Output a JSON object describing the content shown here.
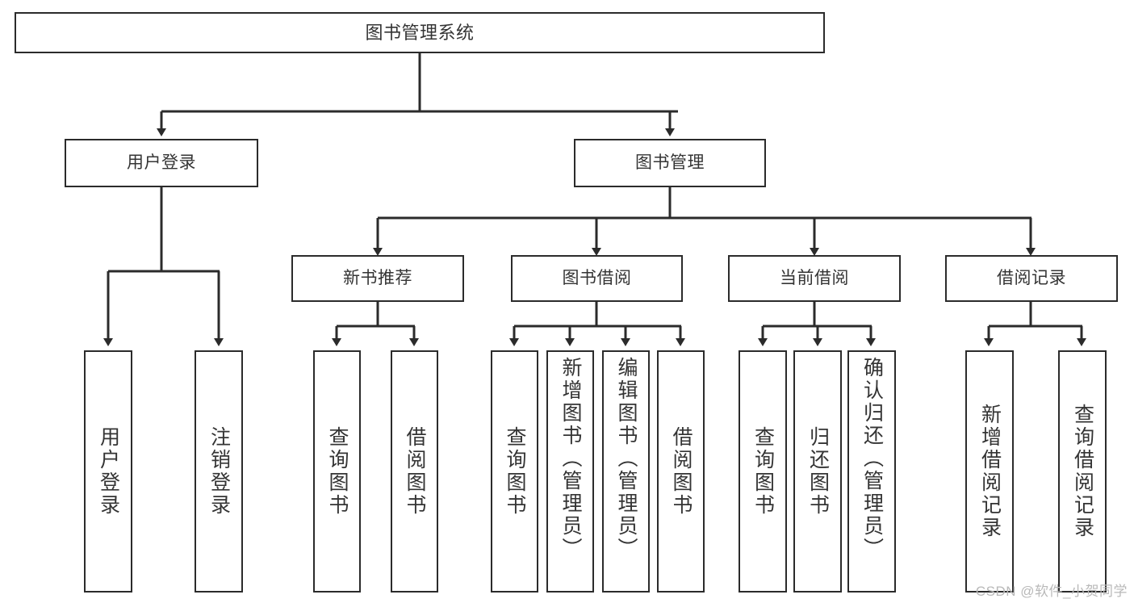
{
  "diagram": {
    "title": "图书管理系统",
    "type": "tree-hierarchy",
    "root": {
      "label": "图书管理系统"
    },
    "level1": [
      {
        "label": "用户登录"
      },
      {
        "label": "图书管理"
      }
    ],
    "level2": [
      {
        "label": "新书推荐"
      },
      {
        "label": "图书借阅"
      },
      {
        "label": "当前借阅"
      },
      {
        "label": "借阅记录"
      }
    ],
    "leaves_user_login": [
      {
        "label": "用户登录"
      },
      {
        "label": "注销登录"
      }
    ],
    "leaves_new_books": [
      {
        "label": "查询图书"
      },
      {
        "label": "借阅图书"
      }
    ],
    "leaves_borrow": [
      {
        "label": "查询图书"
      },
      {
        "label": "新增图书（管理员）"
      },
      {
        "label": "编辑图书（管理员）"
      },
      {
        "label": "借阅图书"
      }
    ],
    "leaves_current": [
      {
        "label": "查询图书"
      },
      {
        "label": "归还图书"
      },
      {
        "label": "确认归还（管理员）"
      }
    ],
    "leaves_records": [
      {
        "label": "新增借阅记录"
      },
      {
        "label": "查询借阅记录"
      }
    ]
  },
  "watermark": {
    "text": "CSDN @软件_小贺同学"
  },
  "colors": {
    "stroke": "#2b2b2b",
    "text": "#343434",
    "background": "#ffffff",
    "watermark": "#b9b9b9"
  }
}
